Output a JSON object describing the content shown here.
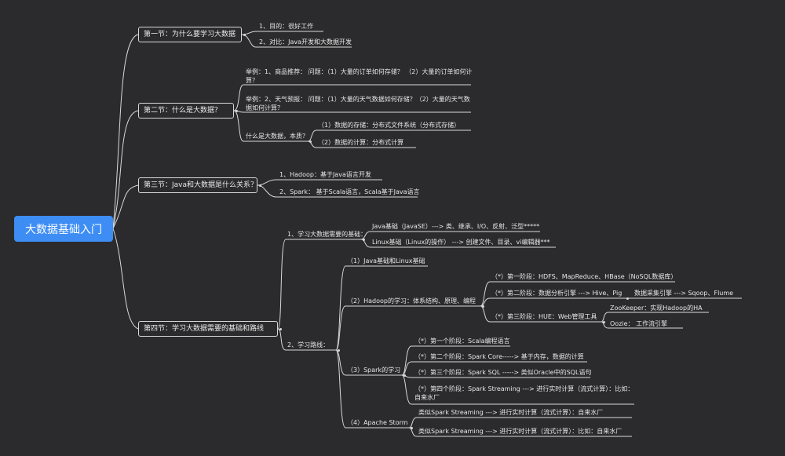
{
  "root": "大数据基础入门",
  "sections": [
    {
      "title": "第一节：为什么要学习大数据",
      "items": [
        "1、目的：很好工作",
        "2、对比：Java开发和大数据开发"
      ]
    },
    {
      "title": "第二节：什么是大数据？",
      "items": [
        "举例：1、商品推荐：  问题：（1）大量的订单如何存储？    （2）大量的订单如何计算？",
        "举例：2、天气预报：  问题：（1）大量的天气数据如何存储？（2）大量的天气数据如何计算？"
      ],
      "essence": {
        "label": "什么是大数据，本质？",
        "items": [
          "（1）数据的存储：分布式文件系统（分布式存储）",
          "（2）数据的计算：分布式计算"
        ]
      }
    },
    {
      "title": "第三节：Java和大数据是什么关系？",
      "items": [
        "1、Hadoop：基于Java语言开发",
        "2、Spark： 基于Scala语言，Scala基于Java语言"
      ]
    },
    {
      "title": "第四节：学习大数据需要的基础和路线",
      "foundation": {
        "label": "1、学习大数据需要的基础：",
        "items": [
          "Java基础（JavaSE）---> 类、继承、I/O、反射、泛型*****",
          "Linux基础（Linux的操作）  ---> 创建文件、目录、vi编辑器***"
        ]
      },
      "route": {
        "label": "2、学习路线：",
        "step1": "（1）Java基础和Linux基础",
        "hadoop": {
          "label": "（2）Hadoop的学习：体系结构、原理、编程",
          "stage1": "（*）第一阶段：HDFS、MapReduce、HBase（NoSQL数据库）",
          "stage2": "（*）第二阶段：数据分析引擎 ---> Hive、Pig",
          "stage2_extra": "数据采集引擎 ---> Sqoop、Flume",
          "stage3": "（*）第三阶段：HUE：Web管理工具",
          "stage3_items": [
            "ZooKeeper：实现Hadoop的HA",
            "Oozie：    工作流引擎"
          ]
        },
        "spark": {
          "label": "（3）Spark的学习",
          "items": [
            "（*）第一个阶段：Scala编程语言",
            "（*）第二个阶段：Spark Core-----> 基于内存，数据的计算",
            "（*）第三个阶段：Spark SQL -----> 类似Oracle中的SQL语句",
            "（*）第四个阶段：Spark Streaming ---> 进行实时计算（流式计算）：比如：自来水厂"
          ]
        },
        "storm": {
          "label": "（4）Apache Storm",
          "items": [
            "类似Spark Streaming ---> 进行实时计算（流式计算）：自来水厂",
            "类似Spark Streaming ---> 进行实时计算（流式计算）：比如：自来水厂"
          ]
        }
      }
    }
  ]
}
